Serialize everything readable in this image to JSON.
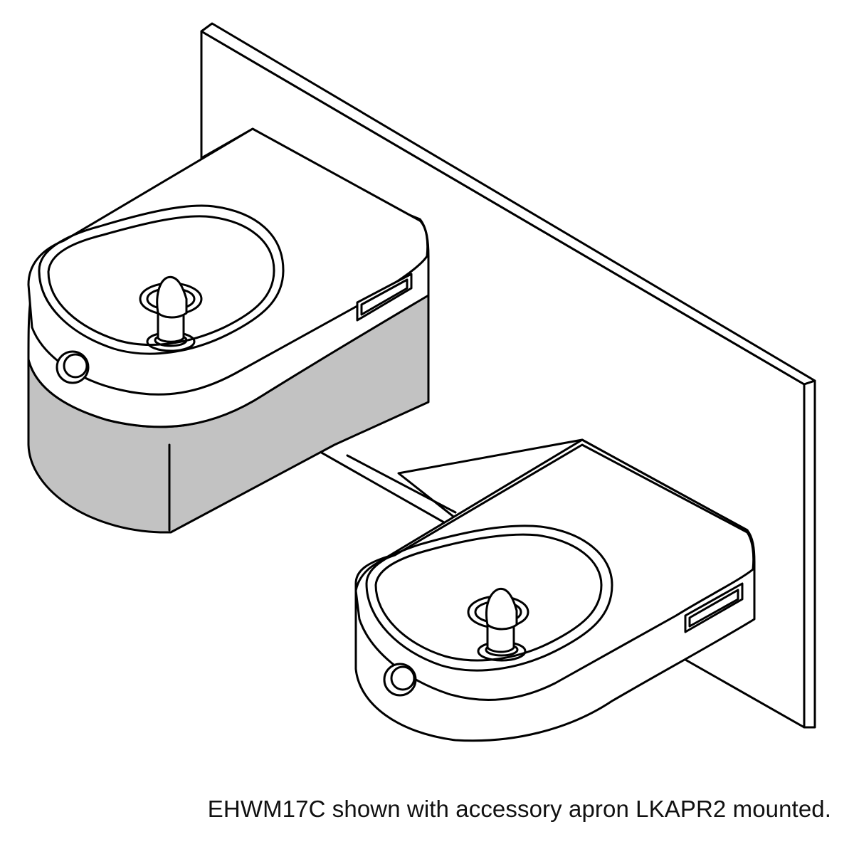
{
  "caption": "EHWM17C shown with accessory apron LKAPR2 mounted.",
  "colors": {
    "line": "#000000",
    "background": "#ffffff",
    "apron_fill": "#c2c2c2"
  },
  "components": [
    {
      "name": "wall-plate"
    },
    {
      "name": "upper-fountain",
      "has_apron": true
    },
    {
      "name": "lower-fountain",
      "has_apron": false
    }
  ]
}
